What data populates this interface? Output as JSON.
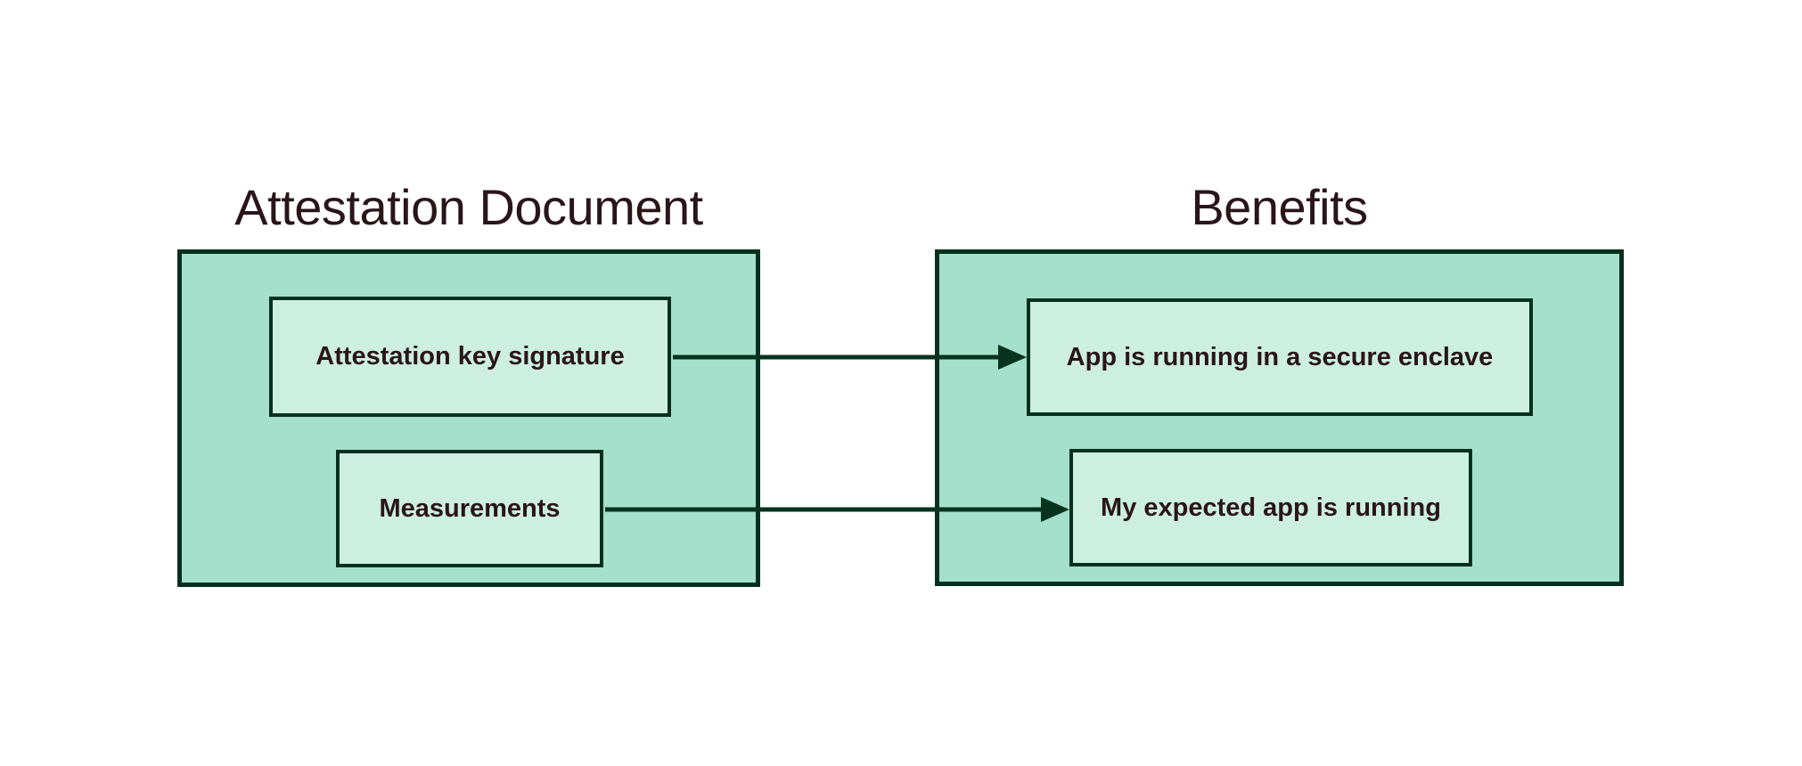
{
  "diagram": {
    "left_group": {
      "title": "Attestation Document",
      "items": [
        {
          "label": "Attestation key signature"
        },
        {
          "label": "Measurements"
        }
      ]
    },
    "right_group": {
      "title": "Benefits",
      "items": [
        {
          "label": "App is running in a secure enclave"
        },
        {
          "label": "My expected app is running"
        }
      ]
    },
    "arrows": [
      {
        "from": "Attestation key signature",
        "to": "App is running in a secure enclave"
      },
      {
        "from": "Measurements",
        "to": "My expected app is running"
      }
    ],
    "colors": {
      "container_fill": "#a5e0cd",
      "node_fill": "#cdefe2",
      "border": "#05301f",
      "arrow": "#07331f",
      "text": "#2a151a",
      "background": "#ffffff"
    }
  }
}
